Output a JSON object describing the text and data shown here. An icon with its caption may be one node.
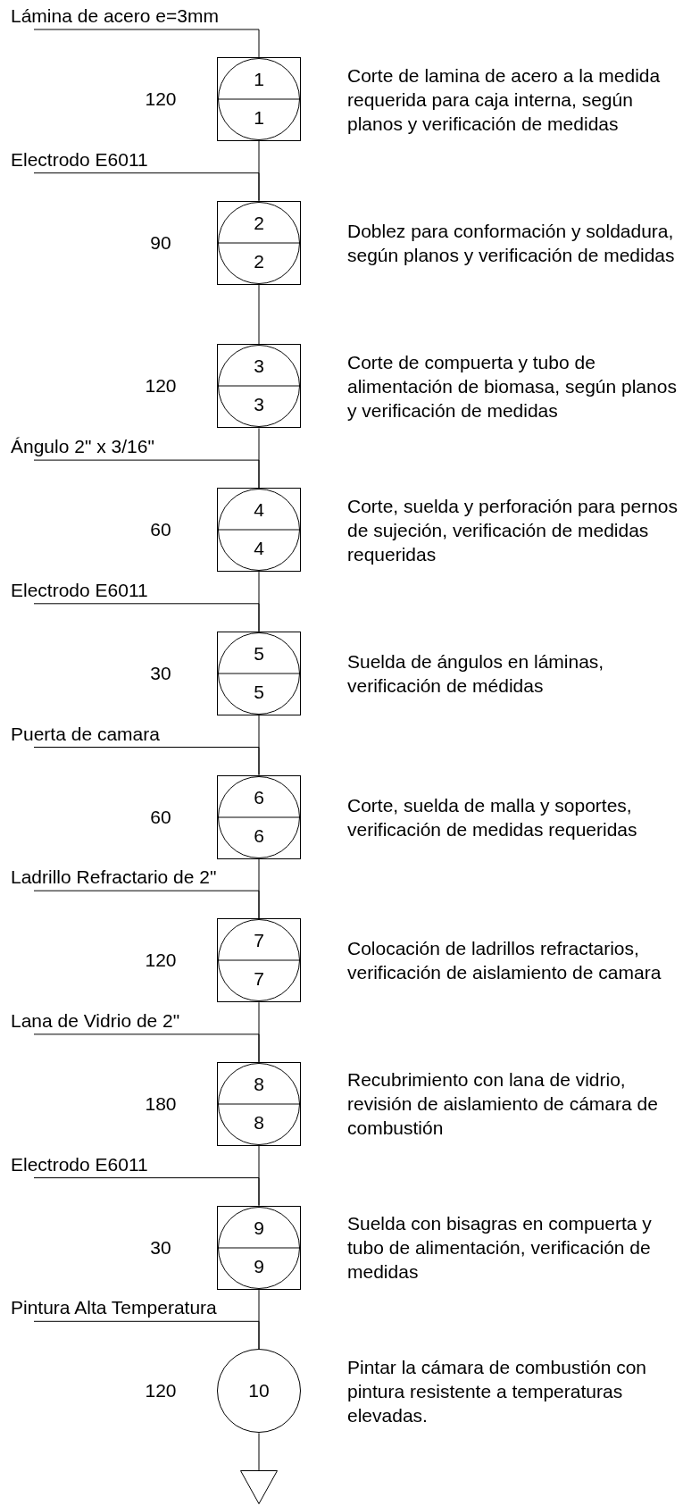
{
  "diagram": {
    "nodes": [
      {
        "text": [
          "Lámina de acero e=3mm"
        ]
      },
      {
        "text": [
          "1",
          "1"
        ],
        "beside": [
          "120",
          "Corte de lamina de acero a la medida requerida para caja interna, según planos y verificación de medidas"
        ]
      },
      {
        "text": [
          "Electrodo E6011"
        ]
      },
      {
        "text": [
          "2",
          "2"
        ],
        "beside": [
          "90",
          "Doblez para conformación y soldadura, según planos y verificación de medidas"
        ]
      },
      {
        "text": [
          "3",
          "3"
        ],
        "beside": [
          "120",
          "Corte de compuerta y tubo de alimentación de biomasa, según planos y verificación de medidas"
        ]
      },
      {
        "text": [
          "Ángulo 2\" x 3/16\""
        ]
      },
      {
        "text": [
          "4",
          "4"
        ],
        "beside": [
          "60",
          "Corte, suelda y perforación para pernos de sujeción, verificación de medidas requeridas"
        ]
      },
      {
        "text": [
          "Electrodo E6011"
        ]
      },
      {
        "text": [
          "5",
          "5"
        ],
        "beside": [
          "30",
          "Suelda de ángulos en láminas, verificación de médidas"
        ]
      },
      {
        "text": [
          "Puerta de camara"
        ]
      },
      {
        "text": [
          "6",
          "6"
        ],
        "beside": [
          "60",
          "Corte, suelda  de malla y soportes, verificación de medidas requeridas"
        ]
      },
      {
        "text": [
          "Ladrillo Refractario de 2\""
        ]
      },
      {
        "text": [
          "7",
          "7"
        ],
        "beside": [
          "120",
          "Colocación de ladrillos refractarios, verificación de aislamiento de camara"
        ]
      },
      {
        "text": [
          "Lana de Vidrio de 2\""
        ]
      },
      {
        "text": [
          "8",
          "8"
        ],
        "beside": [
          "180",
          "Recubrimiento con lana de vidrio, revisión de aislamiento de cámara de combustión"
        ]
      },
      {
        "text": [
          "Electrodo E6011"
        ]
      },
      {
        "text": [
          "9",
          "9"
        ],
        "beside": [
          "30",
          "Suelda con bisagras en compuerta y tubo de alimentación, verificación de medidas"
        ]
      },
      {
        "text": [
          "Pintura Alta Temperatura"
        ]
      },
      {
        "text": [
          "10"
        ],
        "beside": [
          "120",
          "Pintar la cámara de combustión con pintura resistente a temperaturas elevadas."
        ]
      },
      {
        "text": [],
        "shape": "triangle"
      }
    ],
    "edges": [
      {
        "from": 0,
        "to": 1,
        "arrow": "none"
      },
      {
        "from": 1,
        "to": 3,
        "arrow": "none"
      },
      {
        "from": 2,
        "to": 3,
        "arrow": "none"
      },
      {
        "from": 3,
        "to": 4,
        "arrow": "none"
      },
      {
        "from": 4,
        "to": 6,
        "arrow": "none"
      },
      {
        "from": 5,
        "to": 6,
        "arrow": "none"
      },
      {
        "from": 6,
        "to": 8,
        "arrow": "none"
      },
      {
        "from": 7,
        "to": 8,
        "arrow": "none"
      },
      {
        "from": 8,
        "to": 10,
        "arrow": "none"
      },
      {
        "from": 9,
        "to": 10,
        "arrow": "none"
      },
      {
        "from": 10,
        "to": 12,
        "arrow": "none"
      },
      {
        "from": 11,
        "to": 12,
        "arrow": "none"
      },
      {
        "from": 12,
        "to": 14,
        "arrow": "none"
      },
      {
        "from": 13,
        "to": 14,
        "arrow": "none"
      },
      {
        "from": 14,
        "to": 16,
        "arrow": "none"
      },
      {
        "from": 15,
        "to": 16,
        "arrow": "none"
      },
      {
        "from": 16,
        "to": 18,
        "arrow": "none"
      },
      {
        "from": 17,
        "to": 18,
        "arrow": "none"
      },
      {
        "from": 18,
        "to": 19,
        "arrow": "none"
      }
    ]
  }
}
